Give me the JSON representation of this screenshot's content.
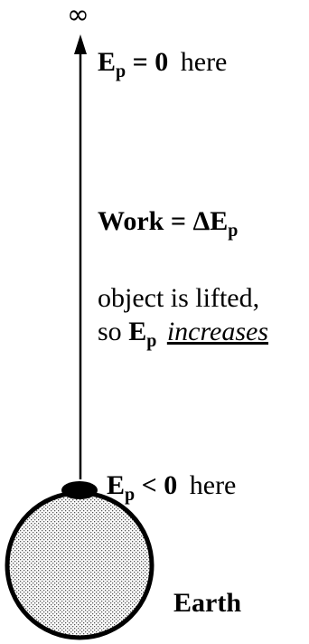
{
  "diagram": {
    "infinity_symbol": "∞",
    "top_label": {
      "symbol": "E",
      "subscript": "p",
      "relation": " = 0",
      "suffix": "here"
    },
    "work_label": {
      "prefix": "Work = ",
      "delta": "Δ",
      "symbol": "E",
      "subscript": "p"
    },
    "note": {
      "line1": "object is lifted,",
      "line2_prefix": "so ",
      "symbol": "E",
      "subscript": "p",
      "emphasis": "increases"
    },
    "bottom_label": {
      "symbol": "E",
      "subscript": "p",
      "relation": " < 0",
      "suffix": "here"
    },
    "planet_label": "Earth"
  }
}
